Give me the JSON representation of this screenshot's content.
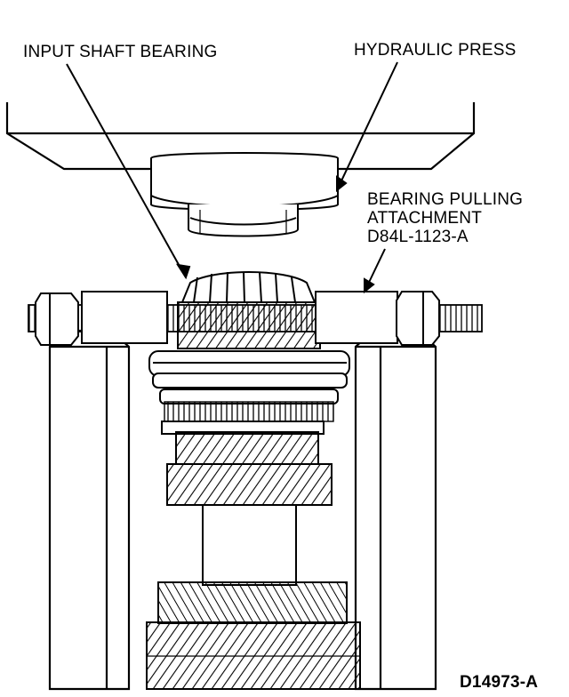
{
  "labels": {
    "input_shaft_bearing": "INPUT SHAFT BEARING",
    "hydraulic_press": "HYDRAULIC PRESS",
    "bearing_pulling_attachment": {
      "line1": "BEARING PULLING",
      "line2": "ATTACHMENT",
      "line3": "D84L-1123-A"
    },
    "figure_code": "D14973-A"
  },
  "colors": {
    "ink": "#000000",
    "paper": "#ffffff"
  }
}
